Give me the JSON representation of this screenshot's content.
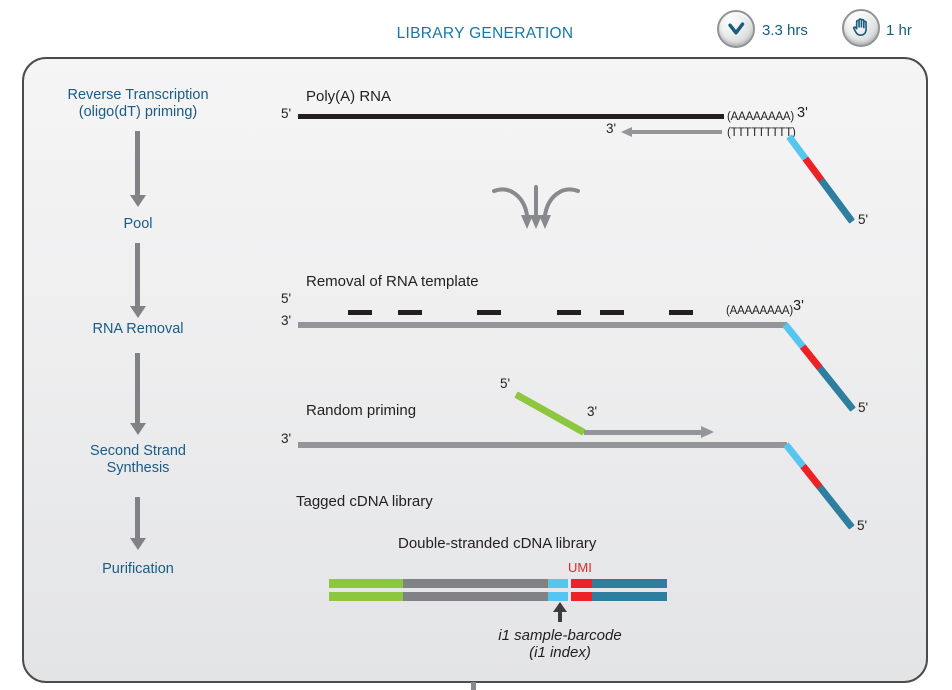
{
  "header": {
    "title": "LIBRARY GENERATION",
    "badges": [
      {
        "icon": "check-circle-icon",
        "label": "3.3 hrs"
      },
      {
        "icon": "hand-icon",
        "label": "1 hr"
      }
    ]
  },
  "flowchart": {
    "steps": [
      {
        "label": "Reverse Transcription",
        "sublabel": "(oligo(dT) priming)"
      },
      {
        "label": "Pool",
        "sublabel": ""
      },
      {
        "label": "RNA Removal",
        "sublabel": ""
      },
      {
        "label": "Second Strand",
        "sublabel": "Synthesis"
      },
      {
        "label": "Purification",
        "sublabel": ""
      }
    ]
  },
  "polya": {
    "label": "Poly(A) RNA",
    "five_prime": "5'",
    "polya_tail": "(AAAAAAAA)",
    "three_prime": "3'",
    "primer_three_prime": "3'",
    "polyt_seq": "(TTTTTTTTT)",
    "oligo_five_prime": "5'"
  },
  "rna_removal": {
    "label": "Removal of RNA template",
    "five_prime": "5'",
    "three_prime": "3'",
    "polya_tail": "(AAAAAAAA)",
    "three_prime_right": "3'",
    "oligo_five_prime": "5'"
  },
  "random_priming": {
    "label": "Random priming",
    "primer_five_prime": "5'",
    "primer_three_prime": "3'",
    "template_three_prime": "3'",
    "oligo_five_prime": "5'"
  },
  "tagged": {
    "label": "Tagged cDNA library"
  },
  "ds_library": {
    "label": "Double-stranded cDNA library",
    "umi": "UMI",
    "caption_line1": "i1 sample-barcode",
    "caption_line2": "(i1 index)"
  },
  "colors": {
    "accent_blue": "#1478ad",
    "step_text_blue": "#1a5c85",
    "icon_teal": "#1b5d7e",
    "arrow_gray": "#808285",
    "strand_gray": "#939598",
    "strand_black": "#231f20",
    "primer_green": "#8dc63f",
    "barcode_cyan": "#56c5f0",
    "umi_red": "#ec2227",
    "oligo_teal": "#2e7e9f"
  }
}
